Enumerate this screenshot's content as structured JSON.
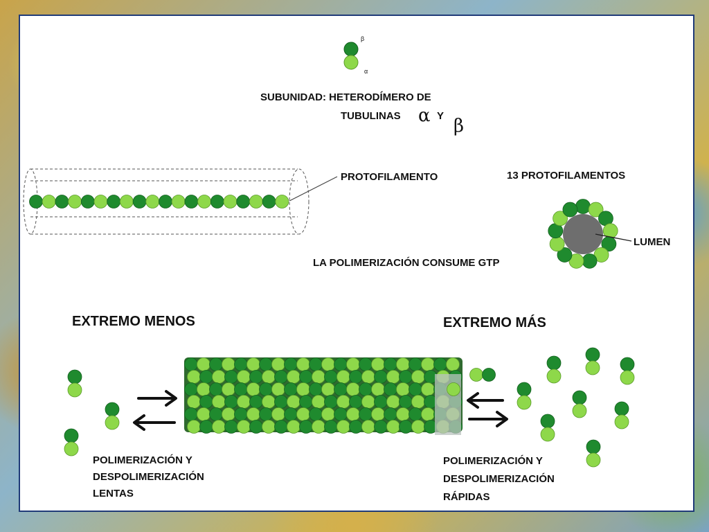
{
  "subunit": {
    "beta_mark": "β",
    "alpha_mark": "α",
    "caption_line1": "SUBUNIDAD: HETERODÍMERO DE",
    "caption_line2": "TUBULINAS",
    "alpha_symbol": "α",
    "conjunction": "Y",
    "beta_symbol": "β"
  },
  "protofilament": {
    "label": "PROTOFILAMENTO"
  },
  "cross_section": {
    "title": "13 PROTOFILAMENTOS",
    "lumen_label": "LUMEN",
    "protofilament_count": 13
  },
  "gtp_note": "LA POLIMERIZACIÓN CONSUME GTP",
  "minus_end": {
    "title": "EXTREMO MENOS",
    "caption_line1": "POLIMERIZACIÓN Y",
    "caption_line2": "DESPOLIMERIZACIÓN",
    "caption_line3": "LENTAS"
  },
  "plus_end": {
    "title": "EXTREMO MÁS",
    "caption_line1": "POLIMERIZACIÓN Y",
    "caption_line2": "DESPOLIMERIZACIÓN",
    "caption_line3": "RÁPIDAS"
  },
  "colors": {
    "alpha_tubulin": "#8ed84a",
    "beta_tubulin": "#1f8a2e",
    "lumen": "#6e6e6e",
    "frame": "#1f3a78"
  }
}
